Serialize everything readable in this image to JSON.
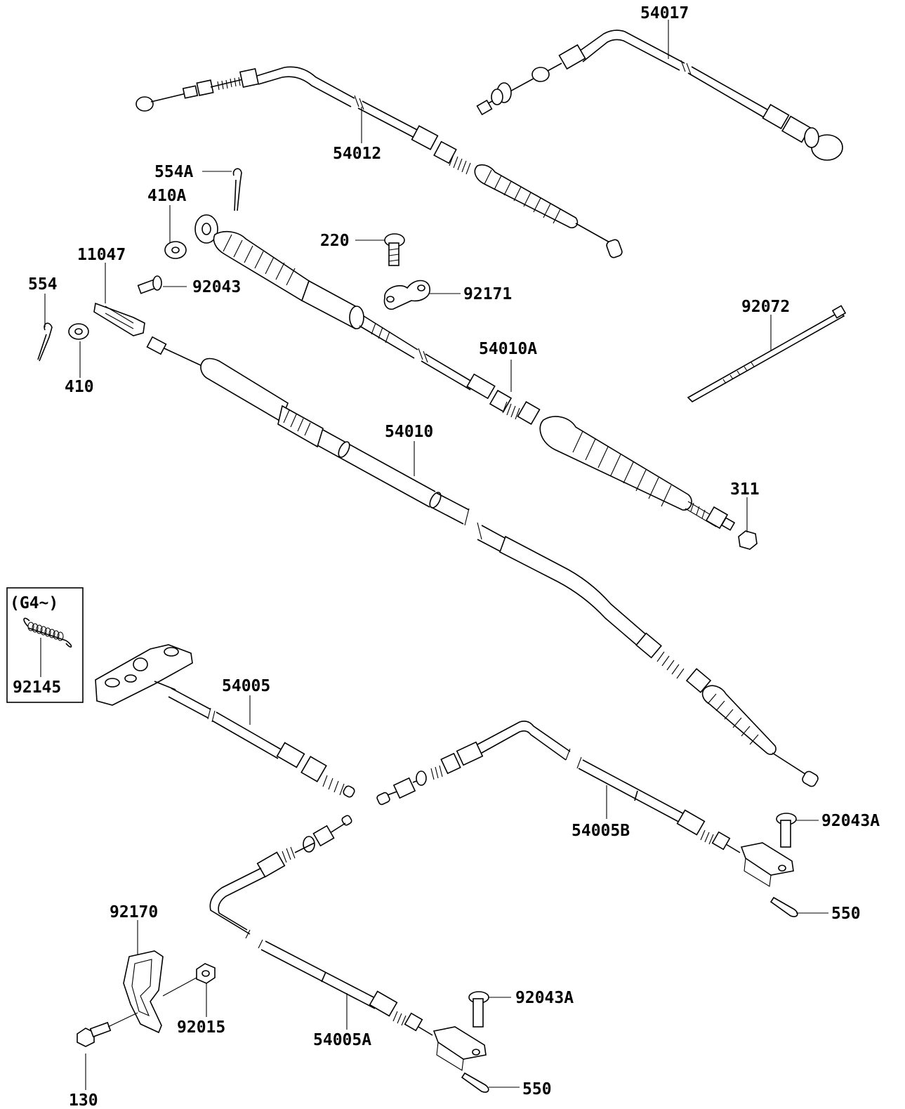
{
  "callouts": [
    {
      "id": "54017",
      "text": "54017"
    },
    {
      "id": "54012",
      "text": "54012"
    },
    {
      "id": "554A",
      "text": "554A"
    },
    {
      "id": "410A",
      "text": "410A"
    },
    {
      "id": "220",
      "text": "220"
    },
    {
      "id": "11047",
      "text": "11047"
    },
    {
      "id": "92043",
      "text": "92043"
    },
    {
      "id": "92171",
      "text": "92171"
    },
    {
      "id": "554",
      "text": "554"
    },
    {
      "id": "410",
      "text": "410"
    },
    {
      "id": "92072",
      "text": "92072"
    },
    {
      "id": "54010A",
      "text": "54010A"
    },
    {
      "id": "54010",
      "text": "54010"
    },
    {
      "id": "311",
      "text": "311"
    },
    {
      "id": "inset_note",
      "text": "(G4~)"
    },
    {
      "id": "92145",
      "text": "92145"
    },
    {
      "id": "54005",
      "text": "54005"
    },
    {
      "id": "54005B",
      "text": "54005B"
    },
    {
      "id": "92043A_upper",
      "text": "92043A"
    },
    {
      "id": "550_upper",
      "text": "550"
    },
    {
      "id": "92170",
      "text": "92170"
    },
    {
      "id": "92015",
      "text": "92015"
    },
    {
      "id": "54005A",
      "text": "54005A"
    },
    {
      "id": "92043A_lower",
      "text": "92043A"
    },
    {
      "id": "550_lower",
      "text": "550"
    },
    {
      "id": "130",
      "text": "130"
    }
  ]
}
